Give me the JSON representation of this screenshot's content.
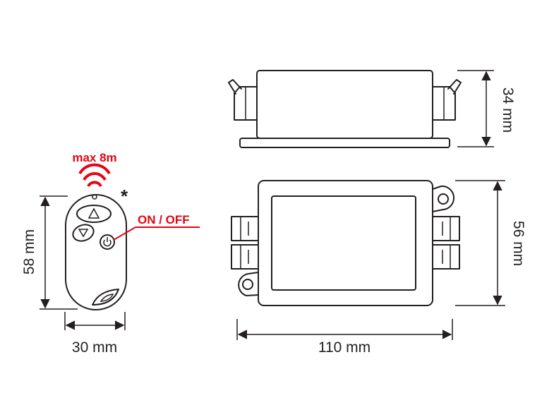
{
  "labels": {
    "range": "max 8m",
    "button": "ON / OFF",
    "note_mark": "*"
  },
  "dimensions": {
    "remote_height": "58 mm",
    "remote_width": "30 mm",
    "receiver_width": "110 mm",
    "receiver_height": "56 mm",
    "receiver_depth": "34 mm"
  },
  "colors": {
    "line": "#231f20",
    "accent": "#e30613"
  },
  "icons": {
    "up": "triangle-up-icon",
    "down": "triangle-down-icon",
    "power": "power-icon"
  }
}
